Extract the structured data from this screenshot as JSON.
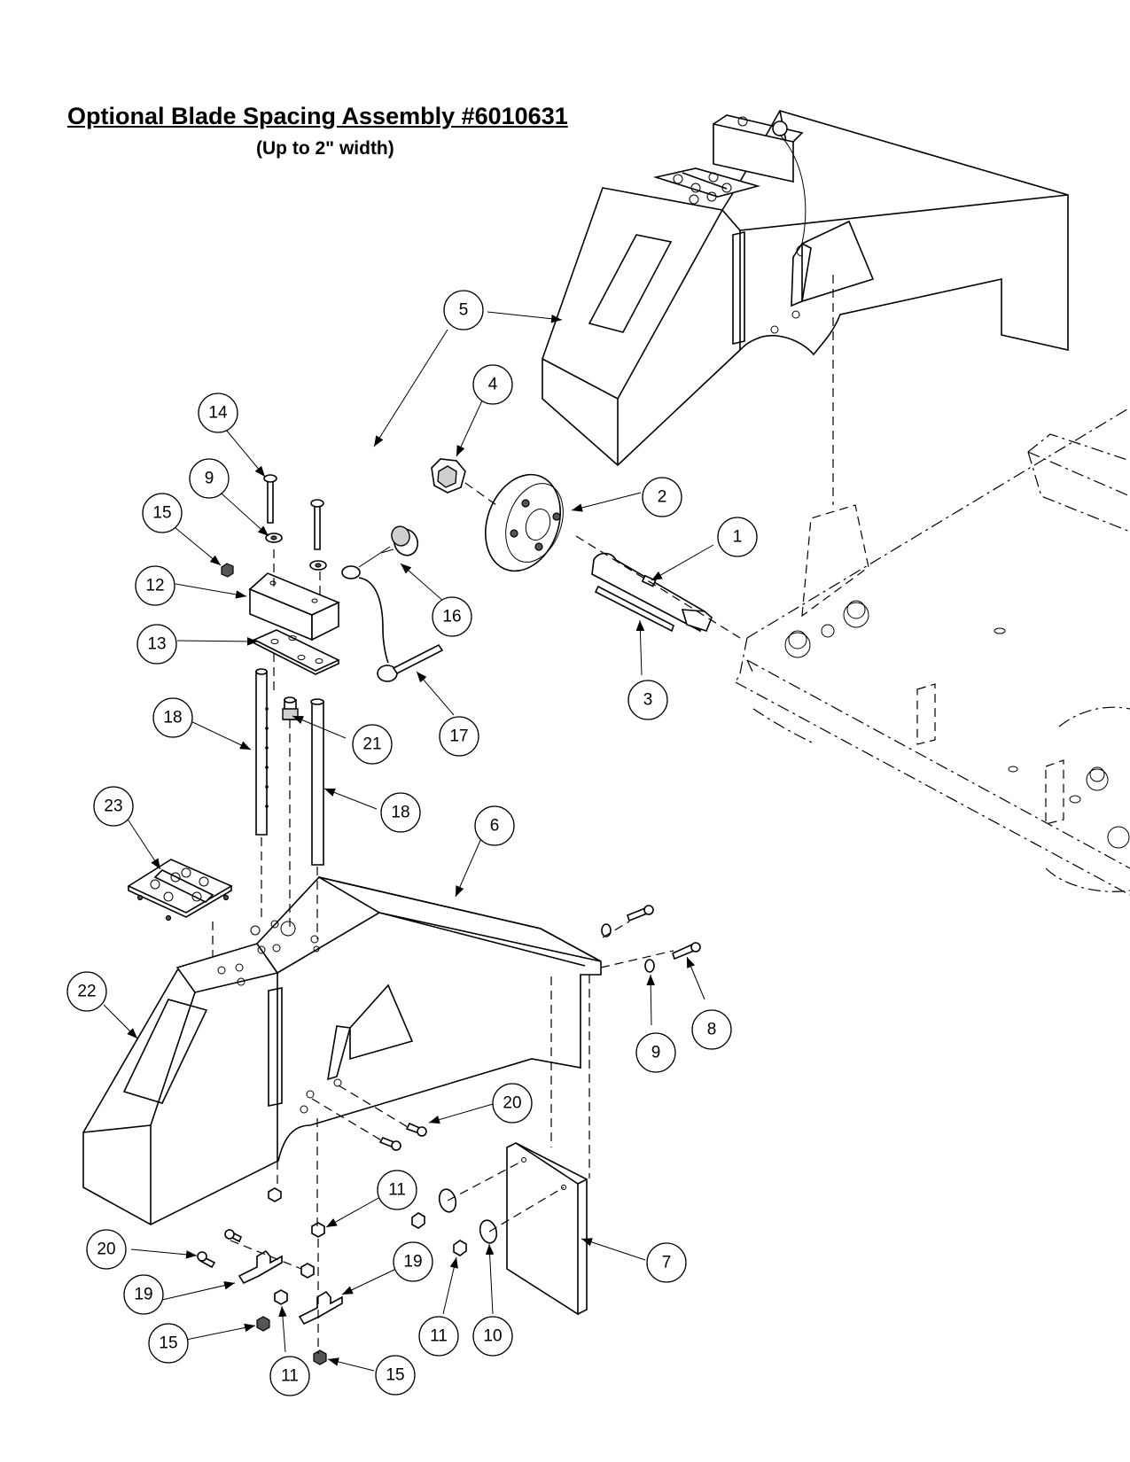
{
  "title": "Optional Blade Spacing Assembly #6010631",
  "subtitle": "(Up to 2\" width)",
  "callouts": [
    {
      "id": "c1",
      "label": "1"
    },
    {
      "id": "c2",
      "label": "2"
    },
    {
      "id": "c3",
      "label": "3"
    },
    {
      "id": "c4",
      "label": "4"
    },
    {
      "id": "c5",
      "label": "5"
    },
    {
      "id": "c6",
      "label": "6"
    },
    {
      "id": "c7",
      "label": "7"
    },
    {
      "id": "c8",
      "label": "8"
    },
    {
      "id": "c9a",
      "label": "9"
    },
    {
      "id": "c9b",
      "label": "9"
    },
    {
      "id": "c10",
      "label": "10"
    },
    {
      "id": "c11a",
      "label": "11"
    },
    {
      "id": "c11b",
      "label": "11"
    },
    {
      "id": "c11c",
      "label": "11"
    },
    {
      "id": "c12",
      "label": "12"
    },
    {
      "id": "c13",
      "label": "13"
    },
    {
      "id": "c14",
      "label": "14"
    },
    {
      "id": "c15a",
      "label": "15"
    },
    {
      "id": "c15b",
      "label": "15"
    },
    {
      "id": "c15c",
      "label": "15"
    },
    {
      "id": "c16",
      "label": "16"
    },
    {
      "id": "c17",
      "label": "17"
    },
    {
      "id": "c18a",
      "label": "18"
    },
    {
      "id": "c18b",
      "label": "18"
    },
    {
      "id": "c19a",
      "label": "19"
    },
    {
      "id": "c19b",
      "label": "19"
    },
    {
      "id": "c20a",
      "label": "20"
    },
    {
      "id": "c20b",
      "label": "20"
    },
    {
      "id": "c21",
      "label": "21"
    },
    {
      "id": "c22",
      "label": "22"
    },
    {
      "id": "c23",
      "label": "23"
    }
  ]
}
